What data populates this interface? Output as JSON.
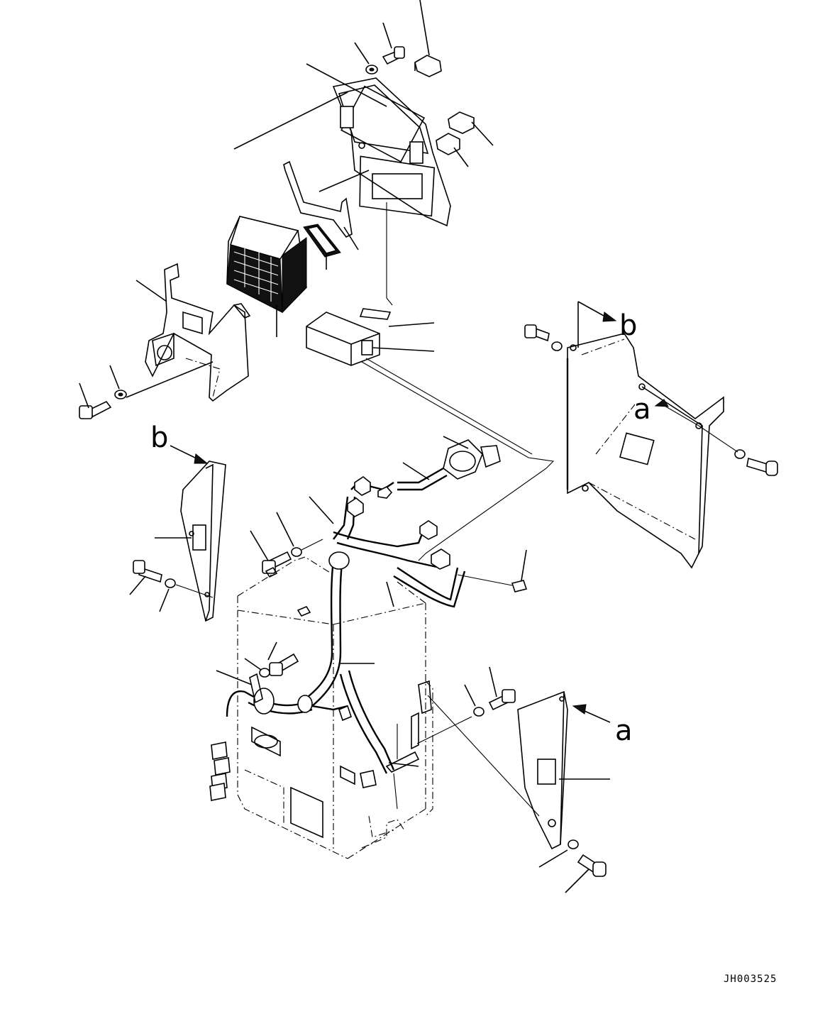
{
  "drawing": {
    "drawing_code": "JH003525",
    "view_letters": {
      "b_upper": "b",
      "a_upper": "a",
      "b_left": "b",
      "a_lower": "a"
    }
  }
}
